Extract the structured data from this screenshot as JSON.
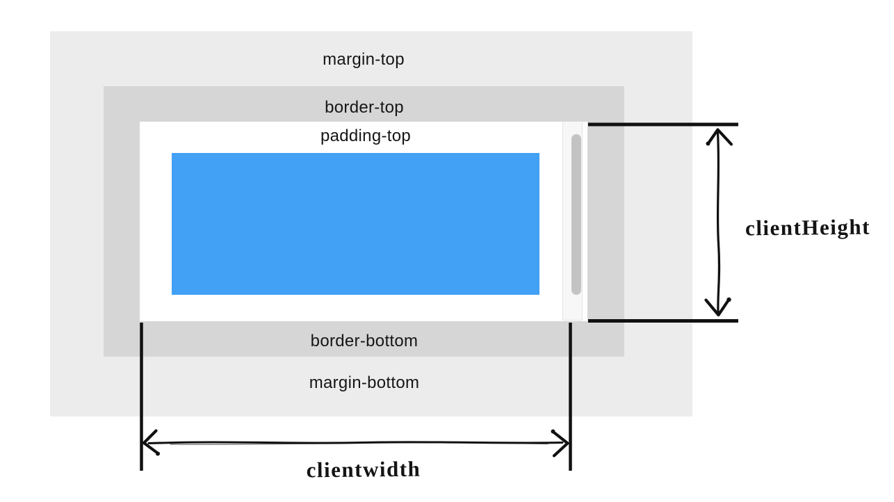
{
  "diagram": {
    "title_meaning": "CSS box model clientWidth / clientHeight illustration",
    "boxes": {
      "margin": {
        "top_label": "margin-top",
        "bottom_label": "margin-bottom",
        "color": "#ececec"
      },
      "border": {
        "top_label": "border-top",
        "bottom_label": "border-bottom",
        "color": "#d6d6d6"
      },
      "padding": {
        "top_label": "padding-top",
        "color": "#ffffff"
      },
      "content": {
        "color": "#42a1f5"
      }
    },
    "scrollbar": {
      "track_color": "#f7f7f7",
      "thumb_color": "#c3c3c3"
    },
    "measurements": {
      "client_width": {
        "label": "clientwidth"
      },
      "client_height": {
        "label": "clientHeight"
      }
    },
    "ink_color": "#111111",
    "text_color": "#161616",
    "background_color": "#ffffff"
  }
}
